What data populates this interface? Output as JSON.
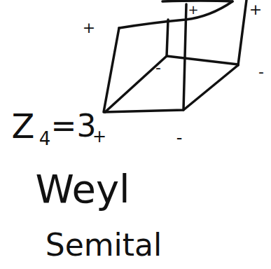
{
  "diagram": {
    "labels": [
      "+",
      "+",
      "+",
      "-",
      "-",
      "Z",
      "4",
      "=3",
      "+",
      "-",
      "Weyl",
      "Semital"
    ]
  }
}
